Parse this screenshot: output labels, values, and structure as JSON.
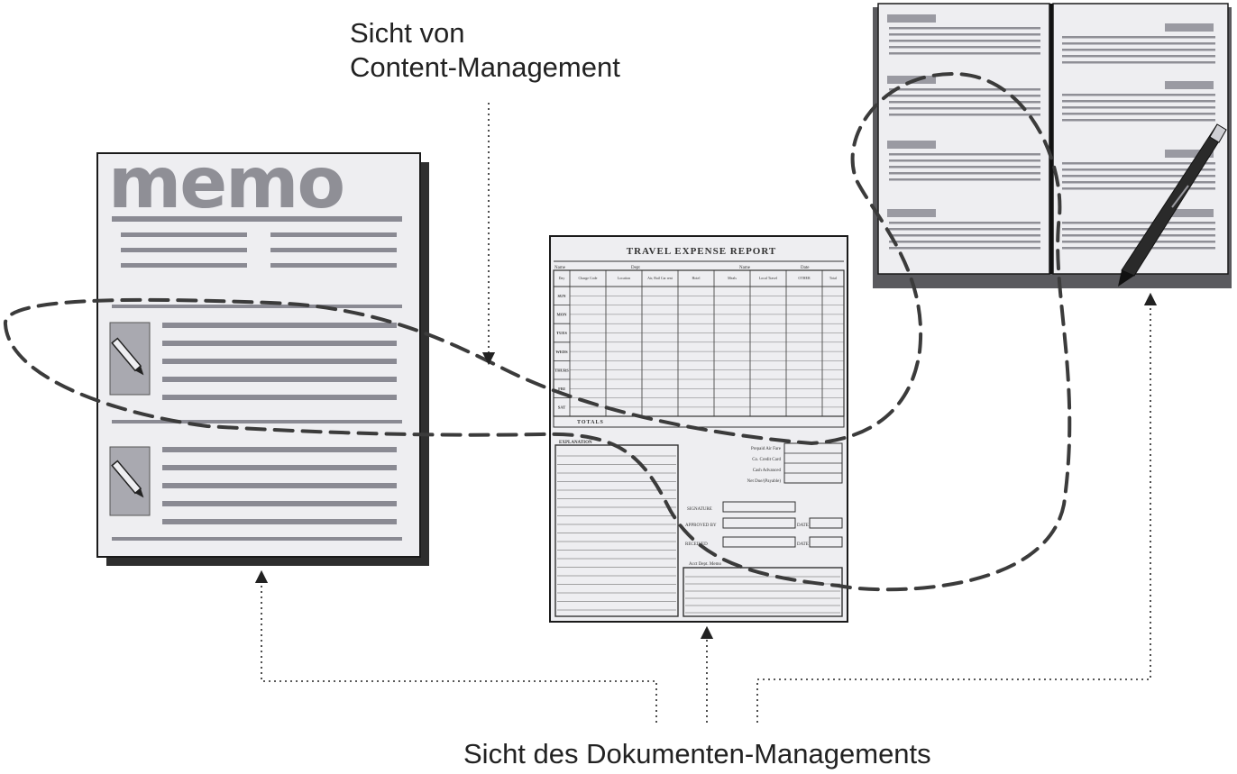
{
  "labels": {
    "content_view_line1": "Sicht von",
    "content_view_line2": "Content-Management",
    "document_view": "Sicht des Dokumenten-Managements"
  },
  "memo": {
    "title": "memo"
  },
  "expense_report": {
    "title": "TRAVEL EXPENSE REPORT",
    "header_fields": [
      "Name",
      "Dept",
      "Name",
      "Date"
    ],
    "columns": [
      "Day",
      "Charge Code",
      "Location",
      "Air, Rail Car rent",
      "Hotel",
      "Meals",
      "Local Travel",
      "OTHER",
      "Total"
    ],
    "days": [
      "SUN",
      "MON",
      "TUES",
      "WEDS",
      "THURS",
      "FRI",
      "SAT"
    ],
    "totals_label": "TOTALS",
    "explanation_label": "EXPLANATION",
    "summary_rows": [
      "Prepaid Air Fare",
      "Co. Credit Card",
      "Cash Advanced",
      "Net Due/(Payable)"
    ],
    "signature_label": "SIGNATURE",
    "approved_label": "APPROVED BY",
    "received_label": "RECEIVED",
    "date_label": "DATE",
    "acct_label": "Acct Dept. Memo"
  },
  "colors": {
    "paper": "#eeeef1",
    "paper_dark": "#d8d8de",
    "line_gray": "#8a8a93",
    "shadow": "#3a3a3a",
    "outline": "#1a1a1a",
    "dashed_loop": "#3b3b3b"
  },
  "icons": [
    "pencil-icon",
    "pen-icon",
    "arrow-up-icon"
  ]
}
